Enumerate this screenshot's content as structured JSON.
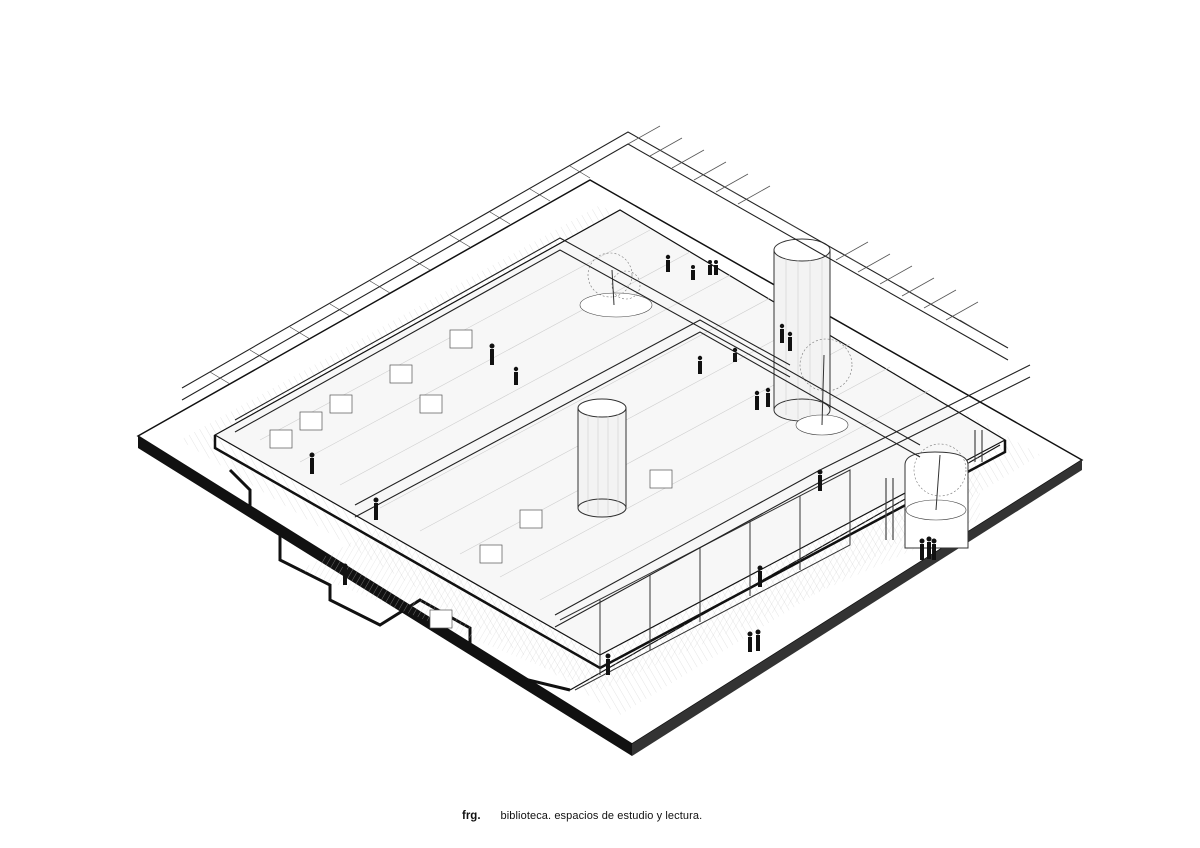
{
  "caption": {
    "prefix": "frg.",
    "text": "biblioteca. espacios de estudio y lectura."
  },
  "colors": {
    "ink": "#111111",
    "line": "#555555",
    "hatch": "#bdbdbd",
    "plate": "#f6f6f6",
    "paper": "#ffffff"
  },
  "drawing": {
    "type": "isometric-axonometric-section",
    "elements": [
      "truss-roof",
      "floor-slab",
      "cylindrical-towers",
      "trees",
      "people-silhouettes",
      "bookshelves"
    ]
  }
}
